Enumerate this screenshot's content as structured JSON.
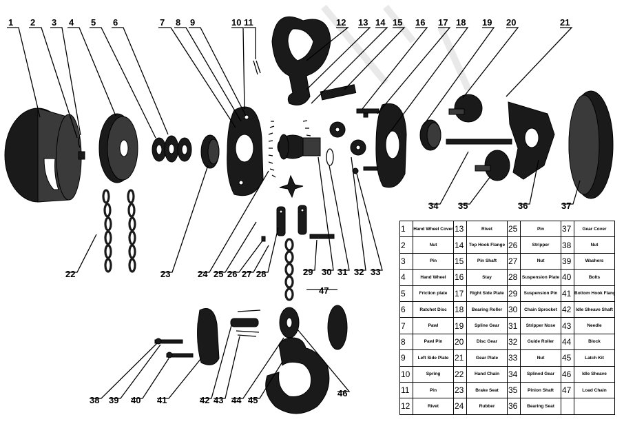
{
  "callouts": [
    "1",
    "2",
    "3",
    "4",
    "5",
    "6",
    "7",
    "8",
    "9",
    "10",
    "11",
    "12",
    "13",
    "14",
    "15",
    "16",
    "17",
    "18",
    "19",
    "20",
    "21",
    "22",
    "23",
    "24",
    "25",
    "26",
    "27",
    "28",
    "29",
    "30",
    "31",
    "32",
    "33",
    "34",
    "35",
    "36",
    "37",
    "38",
    "39",
    "40",
    "41",
    "42",
    "43",
    "44",
    "45",
    "46",
    "47"
  ],
  "parts_table": [
    [
      {
        "no": "1",
        "name": "Hand Wheel Cover"
      },
      {
        "no": "13",
        "name": "Rivet"
      },
      {
        "no": "25",
        "name": "Pin"
      },
      {
        "no": "37",
        "name": "Gear Cover"
      }
    ],
    [
      {
        "no": "2",
        "name": "Nut"
      },
      {
        "no": "14",
        "name": "Top Hook Flange"
      },
      {
        "no": "26",
        "name": "Stripper"
      },
      {
        "no": "38",
        "name": "Nut"
      }
    ],
    [
      {
        "no": "3",
        "name": "Pin"
      },
      {
        "no": "15",
        "name": "Pin Shaft"
      },
      {
        "no": "27",
        "name": "Nut"
      },
      {
        "no": "39",
        "name": "Washers"
      }
    ],
    [
      {
        "no": "4",
        "name": "Hand Wheel"
      },
      {
        "no": "16",
        "name": "Stay"
      },
      {
        "no": "28",
        "name": "Suspension Plate"
      },
      {
        "no": "40",
        "name": "Bolts"
      }
    ],
    [
      {
        "no": "5",
        "name": "Friction plate"
      },
      {
        "no": "17",
        "name": "Right Side Plate"
      },
      {
        "no": "29",
        "name": "Suspension Pin"
      },
      {
        "no": "41",
        "name": "Bottom Hook Flange"
      }
    ],
    [
      {
        "no": "6",
        "name": "Ratchet Disc"
      },
      {
        "no": "18",
        "name": "Bearing Roller"
      },
      {
        "no": "30",
        "name": "Chain Sprocket"
      },
      {
        "no": "42",
        "name": "Idle Sheave Shaft"
      }
    ],
    [
      {
        "no": "7",
        "name": "Pawl"
      },
      {
        "no": "19",
        "name": "Spline Gear"
      },
      {
        "no": "31",
        "name": "Stripper Nose"
      },
      {
        "no": "43",
        "name": "Needle"
      }
    ],
    [
      {
        "no": "8",
        "name": "Pawl Pin"
      },
      {
        "no": "20",
        "name": "Disc Gear"
      },
      {
        "no": "32",
        "name": "Guide Roller"
      },
      {
        "no": "44",
        "name": "Block"
      }
    ],
    [
      {
        "no": "9",
        "name": "Left Side Plate"
      },
      {
        "no": "21",
        "name": "Gear Plate"
      },
      {
        "no": "33",
        "name": "Nut"
      },
      {
        "no": "45",
        "name": "Latch Kit"
      }
    ],
    [
      {
        "no": "10",
        "name": "Spring"
      },
      {
        "no": "22",
        "name": "Hand Chain"
      },
      {
        "no": "34",
        "name": "Splined Gear"
      },
      {
        "no": "46",
        "name": "Idle Sheave"
      }
    ],
    [
      {
        "no": "11",
        "name": "Pin"
      },
      {
        "no": "23",
        "name": "Brake Seat"
      },
      {
        "no": "35",
        "name": "Pinion Shaft"
      },
      {
        "no": "47",
        "name": "Load Chain"
      }
    ],
    [
      {
        "no": "12",
        "name": "Rivet"
      },
      {
        "no": "24",
        "name": "Rubber"
      },
      {
        "no": "36",
        "name": "Bearing Seat"
      },
      {
        "no": "",
        "name": ""
      }
    ]
  ]
}
